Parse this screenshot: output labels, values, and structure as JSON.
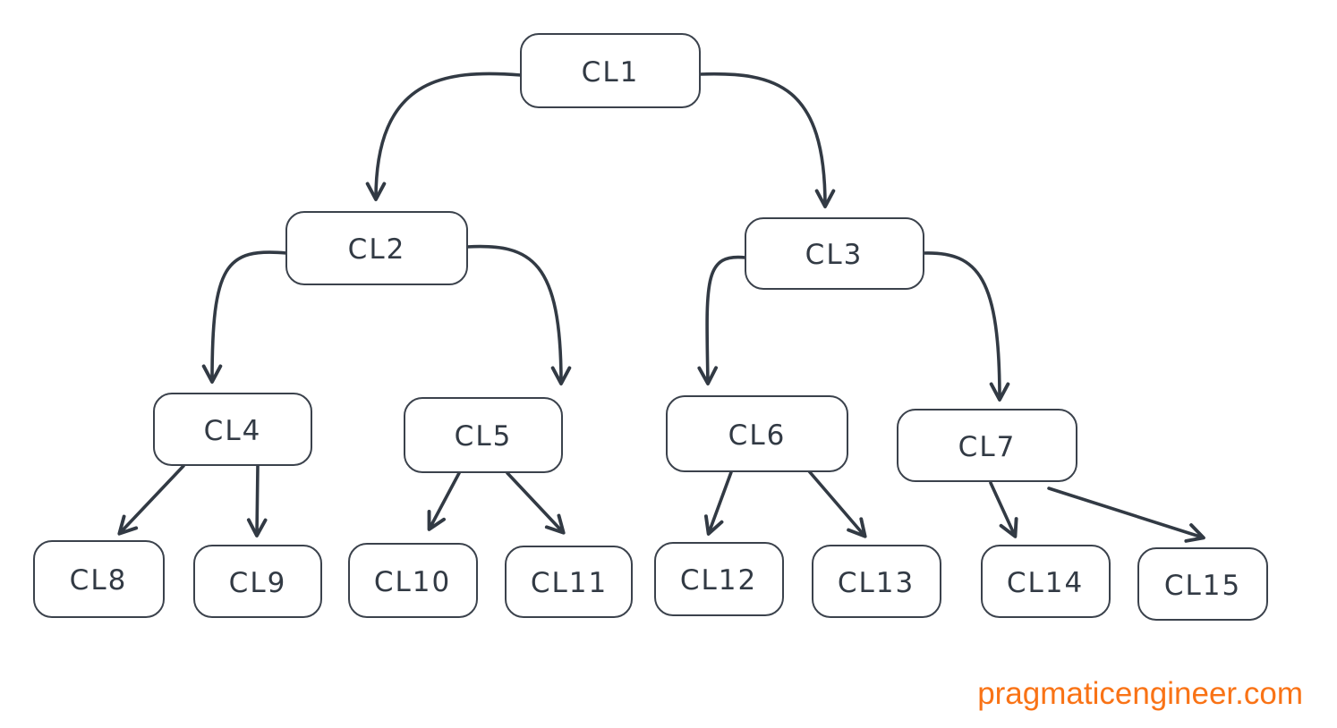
{
  "diagram": {
    "type": "tree",
    "nodes": [
      {
        "id": "CL1",
        "label": "CL1"
      },
      {
        "id": "CL2",
        "label": "CL2"
      },
      {
        "id": "CL3",
        "label": "CL3"
      },
      {
        "id": "CL4",
        "label": "CL4"
      },
      {
        "id": "CL5",
        "label": "CL5"
      },
      {
        "id": "CL6",
        "label": "CL6"
      },
      {
        "id": "CL7",
        "label": "CL7"
      },
      {
        "id": "CL8",
        "label": "CL8"
      },
      {
        "id": "CL9",
        "label": "CL9"
      },
      {
        "id": "CL10",
        "label": "CL10"
      },
      {
        "id": "CL11",
        "label": "CL11"
      },
      {
        "id": "CL12",
        "label": "CL12"
      },
      {
        "id": "CL13",
        "label": "CL13"
      },
      {
        "id": "CL14",
        "label": "CL14"
      },
      {
        "id": "CL15",
        "label": "CL15"
      }
    ],
    "edges": [
      {
        "from": "CL1",
        "to": "CL2"
      },
      {
        "from": "CL1",
        "to": "CL3"
      },
      {
        "from": "CL2",
        "to": "CL4"
      },
      {
        "from": "CL2",
        "to": "CL5"
      },
      {
        "from": "CL3",
        "to": "CL6"
      },
      {
        "from": "CL3",
        "to": "CL7"
      },
      {
        "from": "CL4",
        "to": "CL8"
      },
      {
        "from": "CL4",
        "to": "CL9"
      },
      {
        "from": "CL5",
        "to": "CL10"
      },
      {
        "from": "CL5",
        "to": "CL11"
      },
      {
        "from": "CL6",
        "to": "CL12"
      },
      {
        "from": "CL6",
        "to": "CL13"
      },
      {
        "from": "CL7",
        "to": "CL14"
      },
      {
        "from": "CL7",
        "to": "CL15"
      }
    ]
  },
  "watermark": {
    "text": "pragmaticengineer.com",
    "color": "#f97316"
  },
  "colors": {
    "stroke": "#323a44",
    "background": "#ffffff"
  }
}
